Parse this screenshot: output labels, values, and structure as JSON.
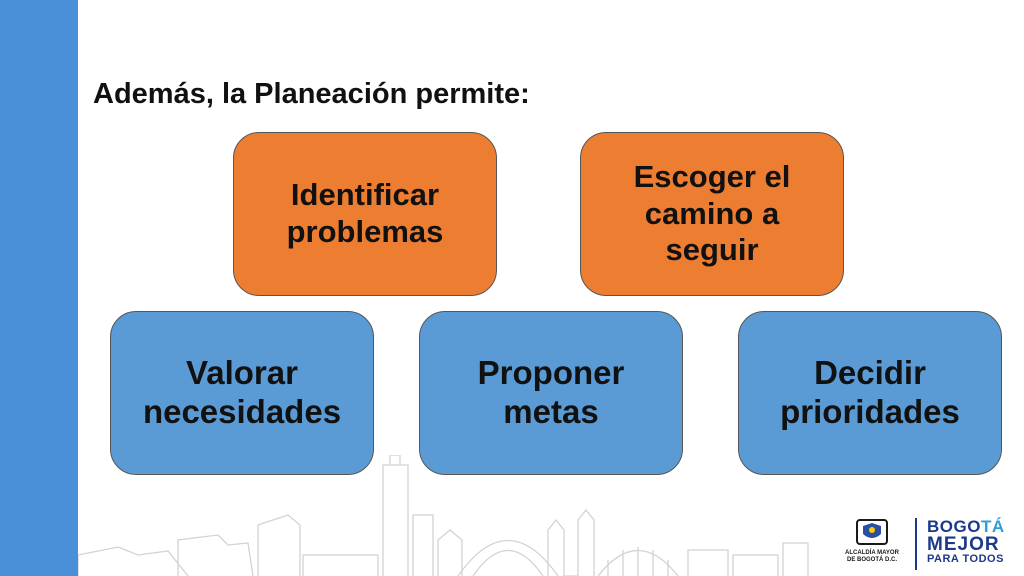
{
  "slide": {
    "title": "Además, la Planeación permite:"
  },
  "boxes": {
    "identificar": "Identificar\nproblemas",
    "escoger": "Escoger el\ncamino a\nseguir",
    "valorar": "Valorar\nnecesidades",
    "proponer": "Proponer\nmetas",
    "decidir": "Decidir\nprioridades"
  },
  "footer": {
    "alcaldia_line1": "ALCALDÍA MAYOR",
    "alcaldia_line2": "DE BOGOTÁ D.C.",
    "bogota_b": "BO",
    "bogota_g": "GO",
    "bogota_ta": "TÁ",
    "mejor": "MEJOR",
    "para_todos": "PARA TODOS"
  },
  "colors": {
    "sidebar": "#4a90d9",
    "orange_box": "#ed7d31",
    "blue_box": "#5b9bd5"
  }
}
